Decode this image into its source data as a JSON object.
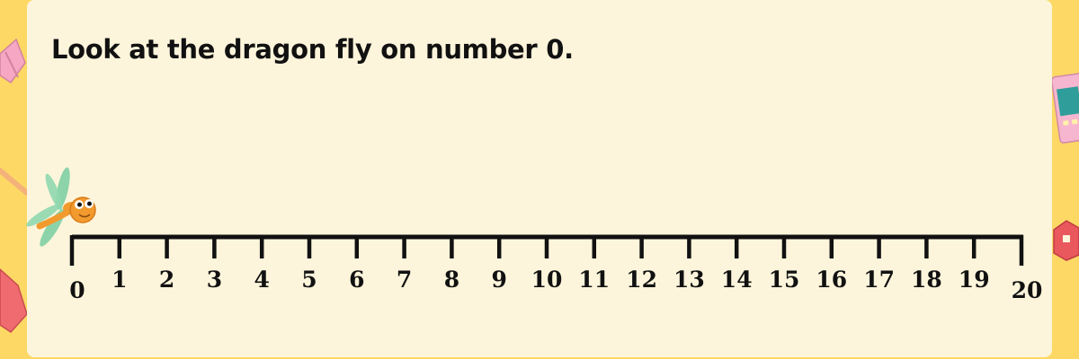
{
  "prompt": {
    "text": "Look at the dragon fly on number 0."
  },
  "number_line": {
    "min": 0,
    "max": 20,
    "step": 1,
    "labels": [
      "0",
      "1",
      "2",
      "3",
      "4",
      "5",
      "6",
      "7",
      "8",
      "9",
      "10",
      "11",
      "12",
      "13",
      "14",
      "15",
      "16",
      "17",
      "18",
      "19",
      "20"
    ],
    "marker": {
      "name": "dragonfly",
      "at": 0
    }
  },
  "colors": {
    "background": "#fdd865",
    "card": "#fdf5db",
    "text": "#111111",
    "dragonfly_body": "#f29a2e",
    "dragonfly_wings": "#7fcfa3"
  }
}
